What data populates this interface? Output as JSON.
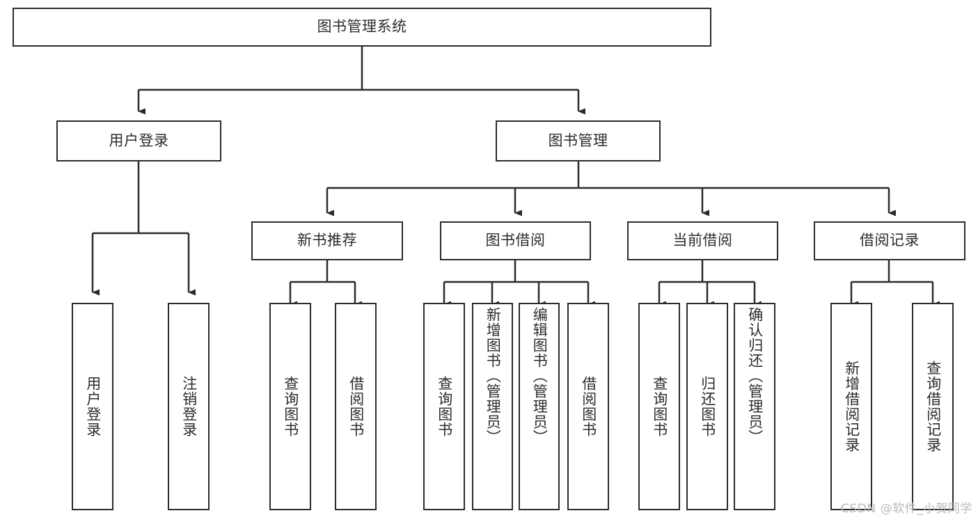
{
  "diagram": {
    "type": "tree",
    "title": "图书管理系统",
    "background_color": "#ffffff",
    "line_color": "#2b2b2b",
    "text_color": "#2c2c2c",
    "root": {
      "label": "图书管理系统",
      "children": [
        {
          "label": "用户登录",
          "children": [
            {
              "label": "用户登录"
            },
            {
              "label": "注销登录"
            }
          ]
        },
        {
          "label": "图书管理",
          "children": [
            {
              "label": "新书推荐",
              "children": [
                {
                  "label": "查询图书"
                },
                {
                  "label": "借阅图书"
                }
              ]
            },
            {
              "label": "图书借阅",
              "children": [
                {
                  "label": "查询图书"
                },
                {
                  "label": "新增图书（管理员）"
                },
                {
                  "label": "编辑图书（管理员）"
                },
                {
                  "label": "借阅图书"
                }
              ]
            },
            {
              "label": "当前借阅",
              "children": [
                {
                  "label": "查询图书"
                },
                {
                  "label": "归还图书"
                },
                {
                  "label": "确认归还（管理员）"
                }
              ]
            },
            {
              "label": "借阅记录",
              "children": [
                {
                  "label": "新增借阅记录"
                },
                {
                  "label": "查询借阅记录"
                }
              ]
            }
          ]
        }
      ]
    }
  },
  "watermark": {
    "text": "CSDN @软件_小贺同学"
  }
}
